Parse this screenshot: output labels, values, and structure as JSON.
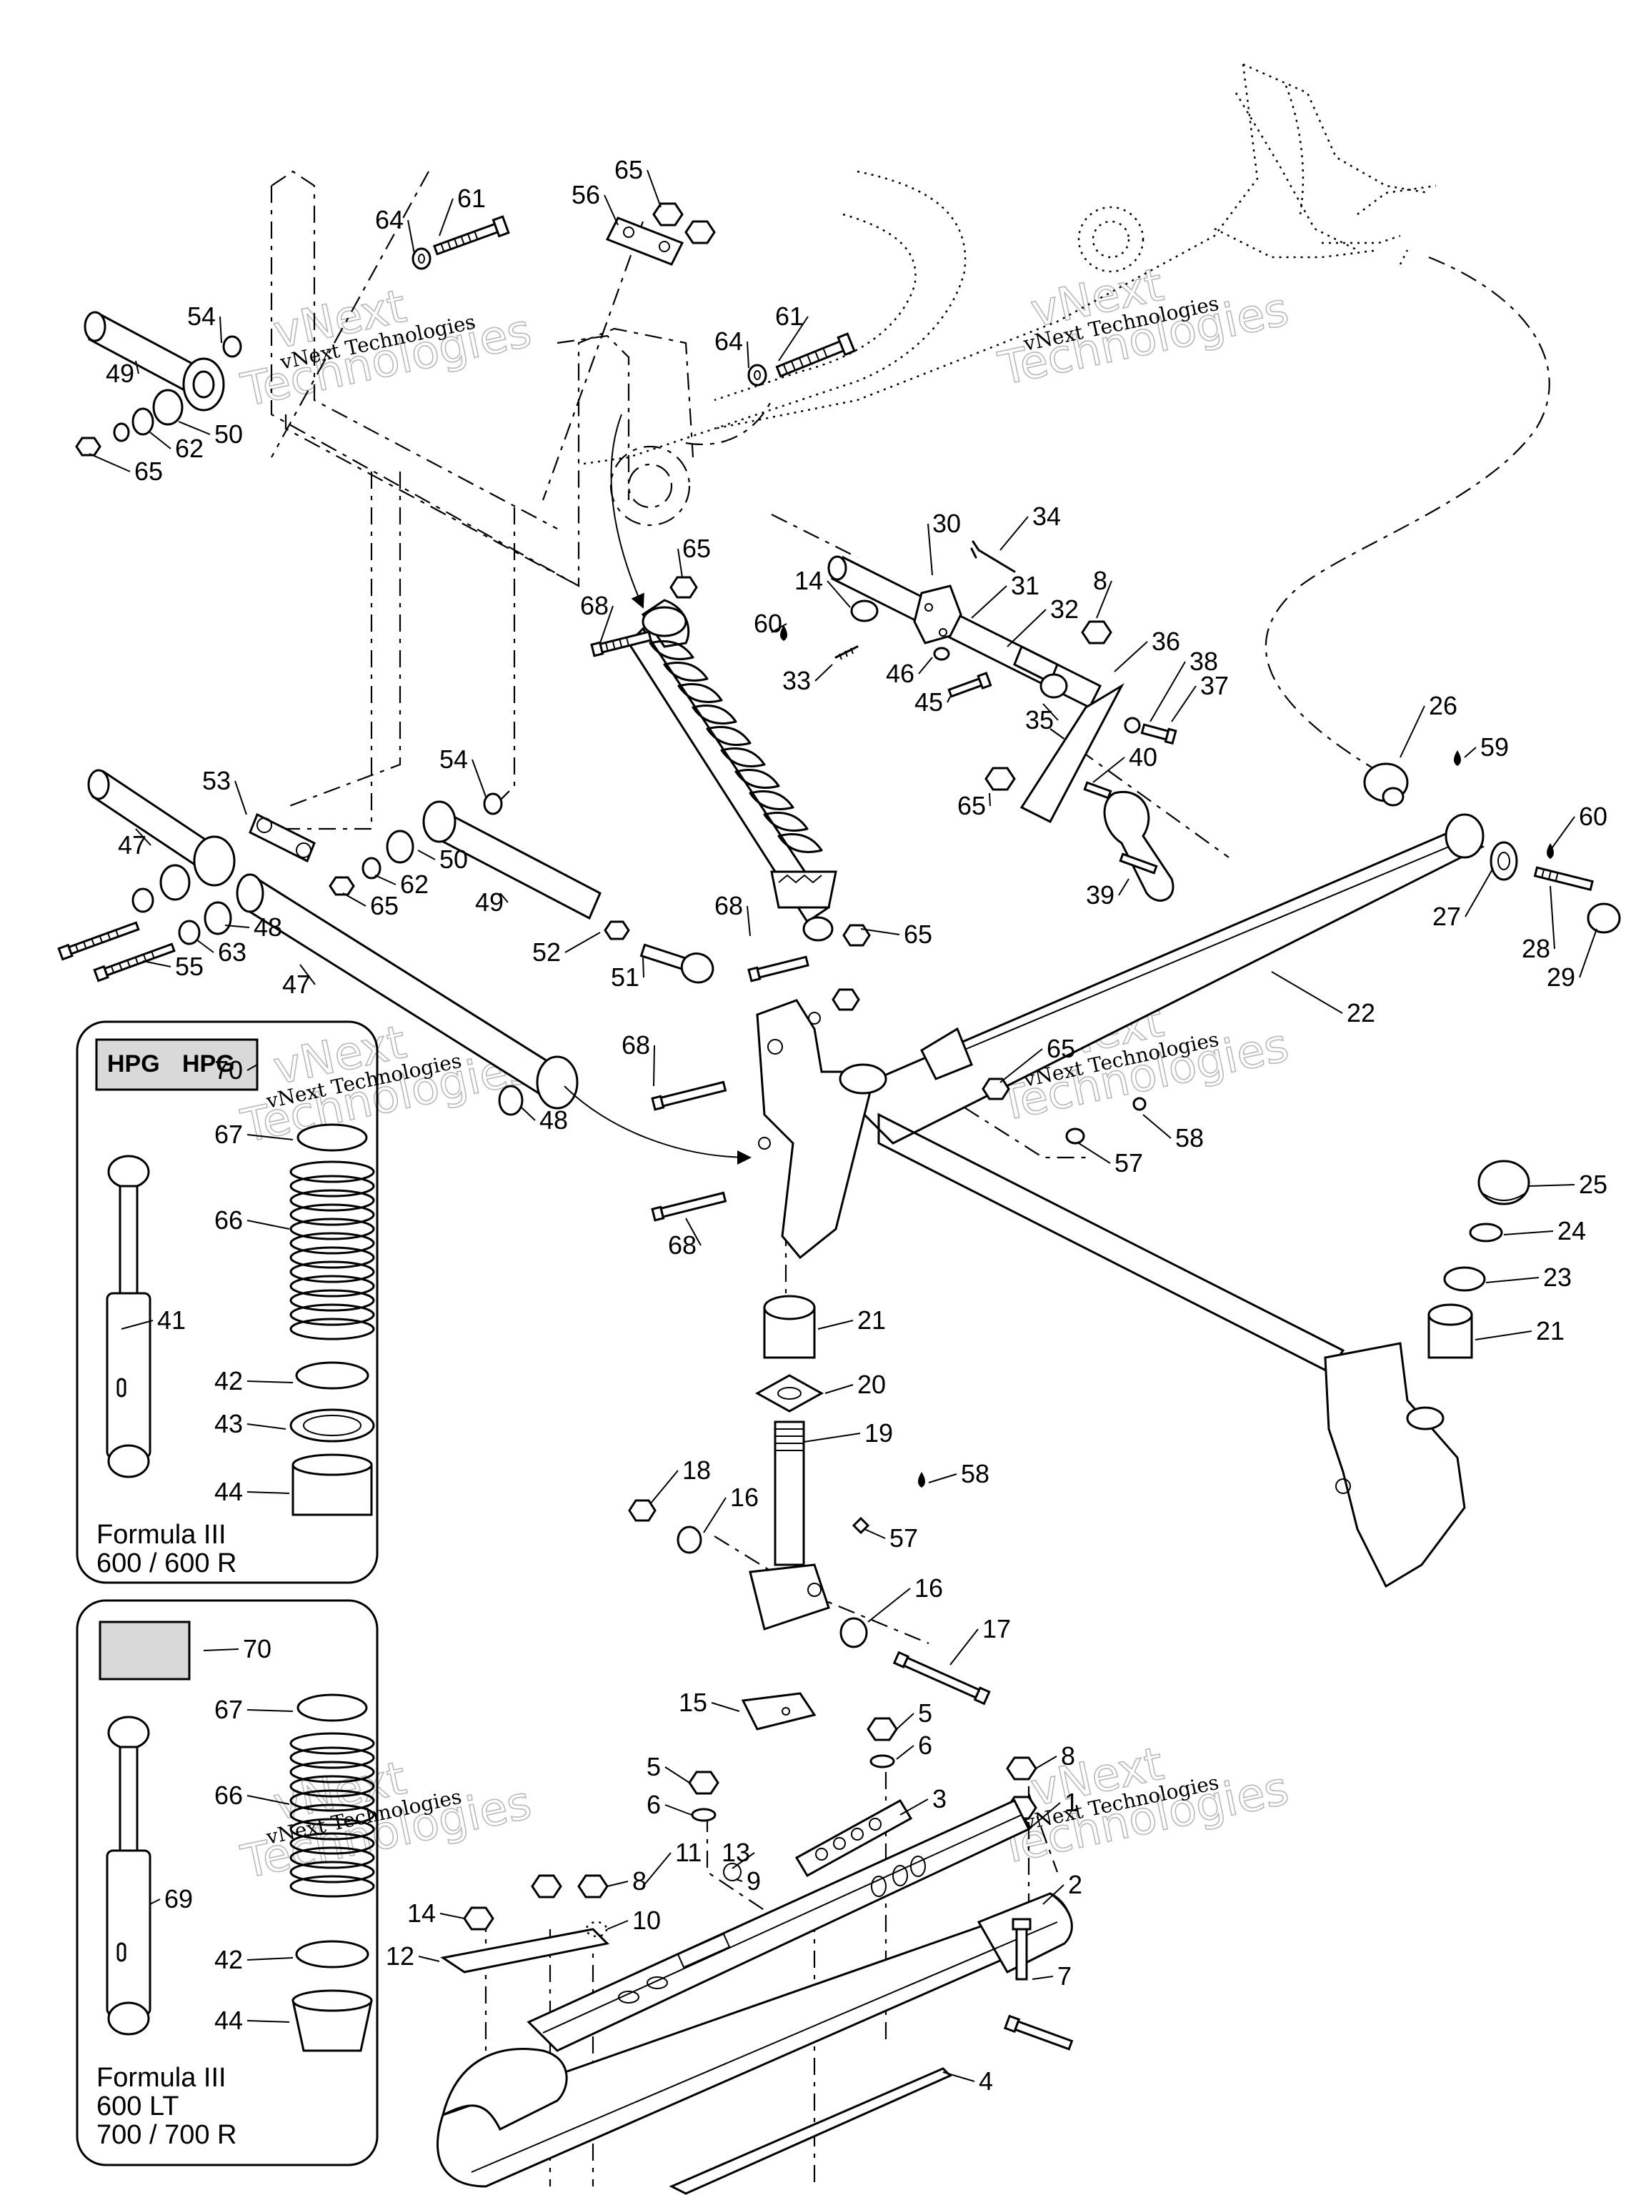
{
  "diagram": {
    "watermark": {
      "brand": "vNext",
      "company": "Technologies",
      "caption": "vNext Technologies"
    },
    "callouts": [
      {
        "id": "c61a",
        "label": "61"
      },
      {
        "id": "c65a",
        "label": "65"
      },
      {
        "id": "c56",
        "label": "56"
      },
      {
        "id": "c64a",
        "label": "64"
      },
      {
        "id": "c61b",
        "label": "61"
      },
      {
        "id": "c64b",
        "label": "64"
      },
      {
        "id": "c54a",
        "label": "54"
      },
      {
        "id": "c49a",
        "label": "49"
      },
      {
        "id": "c62a",
        "label": "62"
      },
      {
        "id": "c50a",
        "label": "50"
      },
      {
        "id": "c65b",
        "label": "65"
      },
      {
        "id": "c30",
        "label": "30"
      },
      {
        "id": "c34",
        "label": "34"
      },
      {
        "id": "c65c",
        "label": "65"
      },
      {
        "id": "c14a",
        "label": "14"
      },
      {
        "id": "c31",
        "label": "31"
      },
      {
        "id": "c32",
        "label": "32"
      },
      {
        "id": "c8a",
        "label": "8"
      },
      {
        "id": "c68a",
        "label": "68"
      },
      {
        "id": "c60a",
        "label": "60"
      },
      {
        "id": "c33",
        "label": "33"
      },
      {
        "id": "c46",
        "label": "46"
      },
      {
        "id": "c45",
        "label": "45"
      },
      {
        "id": "c36",
        "label": "36"
      },
      {
        "id": "c38",
        "label": "38"
      },
      {
        "id": "c37",
        "label": "37"
      },
      {
        "id": "c35",
        "label": "35"
      },
      {
        "id": "c26",
        "label": "26"
      },
      {
        "id": "c59",
        "label": "59"
      },
      {
        "id": "c60b",
        "label": "60"
      },
      {
        "id": "c40",
        "label": "40"
      },
      {
        "id": "c65d",
        "label": "65"
      },
      {
        "id": "c39",
        "label": "39"
      },
      {
        "id": "c53",
        "label": "53"
      },
      {
        "id": "c54b",
        "label": "54"
      },
      {
        "id": "c47a",
        "label": "47"
      },
      {
        "id": "c50b",
        "label": "50"
      },
      {
        "id": "c62b",
        "label": "62"
      },
      {
        "id": "c65e",
        "label": "65"
      },
      {
        "id": "c49b",
        "label": "49"
      },
      {
        "id": "c48a",
        "label": "48"
      },
      {
        "id": "c63",
        "label": "63"
      },
      {
        "id": "c55",
        "label": "55"
      },
      {
        "id": "c68b",
        "label": "68"
      },
      {
        "id": "c65f",
        "label": "65"
      },
      {
        "id": "c52",
        "label": "52"
      },
      {
        "id": "c51",
        "label": "51"
      },
      {
        "id": "c27",
        "label": "27"
      },
      {
        "id": "c28",
        "label": "28"
      },
      {
        "id": "c29",
        "label": "29"
      },
      {
        "id": "c22",
        "label": "22"
      },
      {
        "id": "c47b",
        "label": "47"
      },
      {
        "id": "c68c",
        "label": "68"
      },
      {
        "id": "c65g",
        "label": "65"
      },
      {
        "id": "c48b",
        "label": "48"
      },
      {
        "id": "c57a",
        "label": "57"
      },
      {
        "id": "c58a",
        "label": "58"
      },
      {
        "id": "c68d",
        "label": "68"
      },
      {
        "id": "c25",
        "label": "25"
      },
      {
        "id": "c24",
        "label": "24"
      },
      {
        "id": "c23",
        "label": "23"
      },
      {
        "id": "c21a",
        "label": "21"
      },
      {
        "id": "c21b",
        "label": "21"
      },
      {
        "id": "c20",
        "label": "20"
      },
      {
        "id": "c19",
        "label": "19"
      },
      {
        "id": "c18",
        "label": "18"
      },
      {
        "id": "c16a",
        "label": "16"
      },
      {
        "id": "c58b",
        "label": "58"
      },
      {
        "id": "c57b",
        "label": "57"
      },
      {
        "id": "c16b",
        "label": "16"
      },
      {
        "id": "c17",
        "label": "17"
      },
      {
        "id": "c15",
        "label": "15"
      },
      {
        "id": "c5a",
        "label": "5"
      },
      {
        "id": "c6a",
        "label": "6"
      },
      {
        "id": "c5b",
        "label": "5"
      },
      {
        "id": "c6b",
        "label": "6"
      },
      {
        "id": "c3",
        "label": "3"
      },
      {
        "id": "c8b",
        "label": "8"
      },
      {
        "id": "c1",
        "label": "1"
      },
      {
        "id": "c13",
        "label": "13"
      },
      {
        "id": "c8c",
        "label": "8"
      },
      {
        "id": "c11",
        "label": "11"
      },
      {
        "id": "c14b",
        "label": "14"
      },
      {
        "id": "c10",
        "label": "10"
      },
      {
        "id": "c9",
        "label": "9"
      },
      {
        "id": "c12",
        "label": "12"
      },
      {
        "id": "c2",
        "label": "2"
      },
      {
        "id": "c7",
        "label": "7"
      },
      {
        "id": "c4",
        "label": "4"
      }
    ],
    "inset_top": {
      "callouts": [
        "70",
        "67",
        "66",
        "41",
        "42",
        "43",
        "44"
      ],
      "decal_text": "HPG",
      "caption_line1": "Formula III",
      "caption_line2": "600 / 600 R"
    },
    "inset_bottom": {
      "callouts": [
        "70",
        "67",
        "66",
        "69",
        "42",
        "44"
      ],
      "caption_line1": "Formula III",
      "caption_line2": "600 LT",
      "caption_line3": "700 / 700 R"
    }
  }
}
